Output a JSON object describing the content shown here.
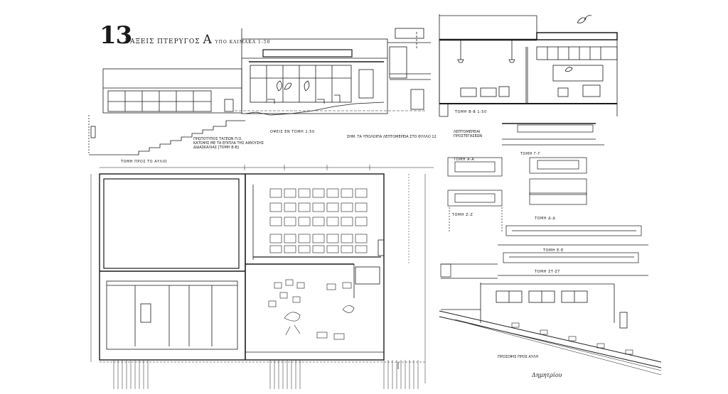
{
  "sheet": {
    "number": "13",
    "title_prefix": "ΤΑΞΕΙΣ ΠΤΕΡΥΓΟΣ",
    "title_letter": "Α",
    "scale": "ΥΠΟ ΚΛΙΜΑΚΑ 1:50"
  },
  "captions": {
    "facade": "ΟΨΕΙΣ ΕΝ ΤΟΜΗ 1:50",
    "section": "ΤΟΜΗ Β-Β 1:50",
    "elevation_small": "ΤΟΜΗ ΠΡΟΣ ΤΟ ΑΥΛΙΟ",
    "plan_note": "ΠΡΩΤΟΤΥΠΟΣ ΤΑΞΕΩΝ Π.Ο.\nΚΑΤΟΨΙΣ ΜΕ ΤΑ ΕΠΙΠΛΑ ΤΗΣ ΑΙΘΟΥΣΗΣ\nΔΙΔΑΣΚΑΛΙΑΣ [ΤΟΜΗ Β-Β]",
    "detail_note": "ΣΗΜ. ΤΑ ΥΠΟΛΟΙΠΑ ΛΕΠΤΟΜΕΡΕΙΑ ΣΤΟ ΦΥΛΛΟ 12",
    "details_header": "ΛΕΠΤΟΜΕΡΕΙΑΙ\nΠΡΟΣΤΕΓΑΣΕΩΝ",
    "section_aa": "ΤΟΜΗ Α-Α",
    "section_cc": "ΤΟΜΗ Γ-Γ",
    "section_dd": "ΤΟΜΗ Δ-Δ",
    "section_ee": "ΤΟΜΗ Ε-Ε",
    "section_ff": "ΤΟΜΗ ΣΤ-ΣΤ",
    "section_gg": "ΤΟΜΗ Ζ-Ζ",
    "site_label": "ΠΡΟΣΟΨΙΣ ΠΡΟΣ ΑΥΛΗ",
    "signature": "Δημητρίου"
  },
  "palette": {
    "ink": "#1a1a1a",
    "paper": "#ffffff",
    "hatch": "#555555"
  }
}
